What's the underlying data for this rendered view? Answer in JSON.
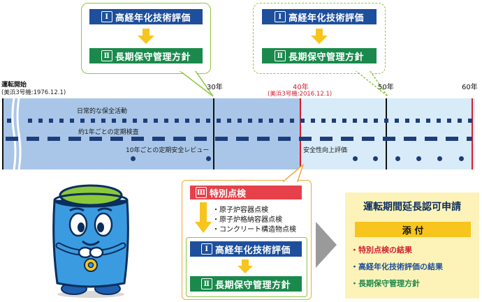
{
  "callouts": {
    "left": {
      "step1": "高経年化技術評価",
      "step2": "長期保守管理方針",
      "numeral1": "Ⅰ",
      "numeral2": "Ⅱ"
    },
    "right": {
      "step1": "高経年化技術評価",
      "step2": "長期保守管理方針",
      "numeral1": "Ⅰ",
      "numeral2": "Ⅱ"
    }
  },
  "timeline": {
    "start_label": "運転開始",
    "start_note": "(美浜3号機:1976.12.1)",
    "y30": "30年",
    "y40": "40年",
    "y40_note": "(美浜3号機:2016.12.1)",
    "y50": "50年",
    "y60": "60年",
    "daily": "日常的な保全活動",
    "annual": "約1年ごとの定期検査",
    "periodic": "10年ごとの定期安全レビュー",
    "improve": "安全性向上評価"
  },
  "special": {
    "numeral": "Ⅲ",
    "title": "特別点検",
    "items": [
      "・原子炉容器点検",
      "・原子炉格納容器点検",
      "・コンクリート構造物点検"
    ],
    "step1": "高経年化技術評価",
    "step2": "長期保守管理方針",
    "numeral1": "Ⅰ",
    "numeral2": "Ⅱ"
  },
  "application": {
    "title": "運転期間延長認可申請",
    "attach": "添 付",
    "items": [
      "・特別点検の結果",
      "・高経年化技術評価の結果",
      "・長期保守管理方針"
    ]
  },
  "colors": {
    "band_dark": "#a9c6e8",
    "band_light": "#d8ebf8",
    "blue_bar": "#1d4f9c",
    "green_bar": "#1a8a4c",
    "special_red": "#e6414a",
    "accent_red": "#d01f2f",
    "arrow_yellow": "#f7c51e",
    "panel_yellow": "#fdf3b8"
  }
}
